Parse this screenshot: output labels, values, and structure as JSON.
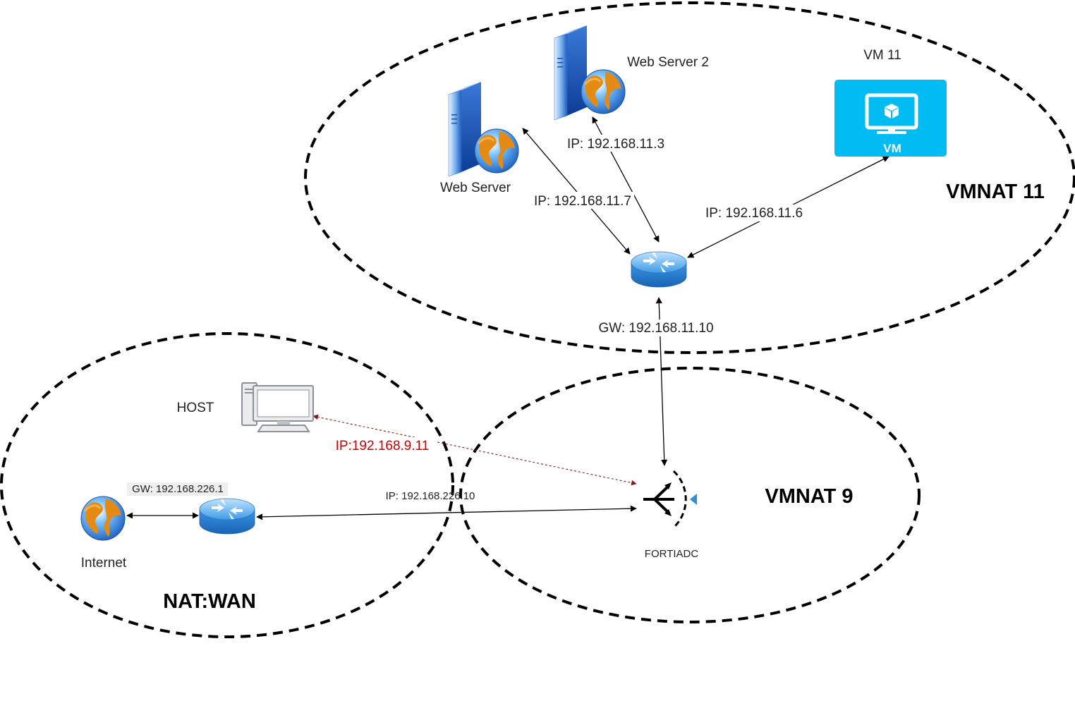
{
  "zones": {
    "vmnat11": "VMNAT 11",
    "vmnat9": "VMNAT 9",
    "natwan": "NAT:WAN"
  },
  "nodes": {
    "web_server": "Web Server",
    "web_server_2": "Web Server 2",
    "vm11_title": "VM 11",
    "vm_badge": "VM",
    "host": "HOST",
    "internet": "Internet",
    "fortiadc": "FORTIADC"
  },
  "links": {
    "ip_web_server": "IP: 192.168.11.7",
    "ip_web_server_2": "IP: 192.168.11.3",
    "ip_vm11": "IP: 192.168.11.6",
    "gw_vmnat11": "GW: 192.168.11.10",
    "ip_host": "IP:192.168.9.11",
    "gw_wan": "GW: 192.168.226.1",
    "ip_wan": "IP: 192.168.226.10"
  },
  "colors": {
    "host_link": "#8b1a1a",
    "vm_tile": "#00bcf2",
    "router": "#2f8fd8",
    "zone_border": "#000000"
  },
  "icons": {
    "web_server": "server-globe-icon",
    "web_server_2": "server-globe-icon",
    "vm11": "virtual-machine-icon",
    "router_vmnat11": "router-icon",
    "router_wan": "router-icon",
    "host": "desktop-computer-icon",
    "internet": "globe-icon",
    "fortiadc": "load-balancer-icon"
  }
}
